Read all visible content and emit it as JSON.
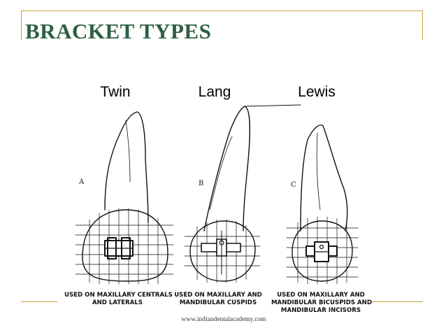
{
  "slide": {
    "title": "BRACKET TYPES",
    "columns": [
      {
        "label": "Twin",
        "letter": "A",
        "caption_line1": "USED ON MAXILLARY CENTRALS",
        "caption_line2": "AND LATERALS",
        "caption_line3": ""
      },
      {
        "label": "Lang",
        "letter": "B",
        "caption_line1": "USED ON MAXILLARY AND",
        "caption_line2": "MANDIBULAR CUSPIDS",
        "caption_line3": ""
      },
      {
        "label": "Lewis",
        "letter": "C",
        "caption_line1": "USED ON MAXILLARY AND",
        "caption_line2": "MANDIBULAR BICUSPIDS AND",
        "caption_line3": "MANDIBULAR INCISORS"
      }
    ],
    "footer": "www.indiandentalacademy.com",
    "colors": {
      "title": "#2e5f43",
      "accent_lines": "#c9a23a"
    }
  }
}
